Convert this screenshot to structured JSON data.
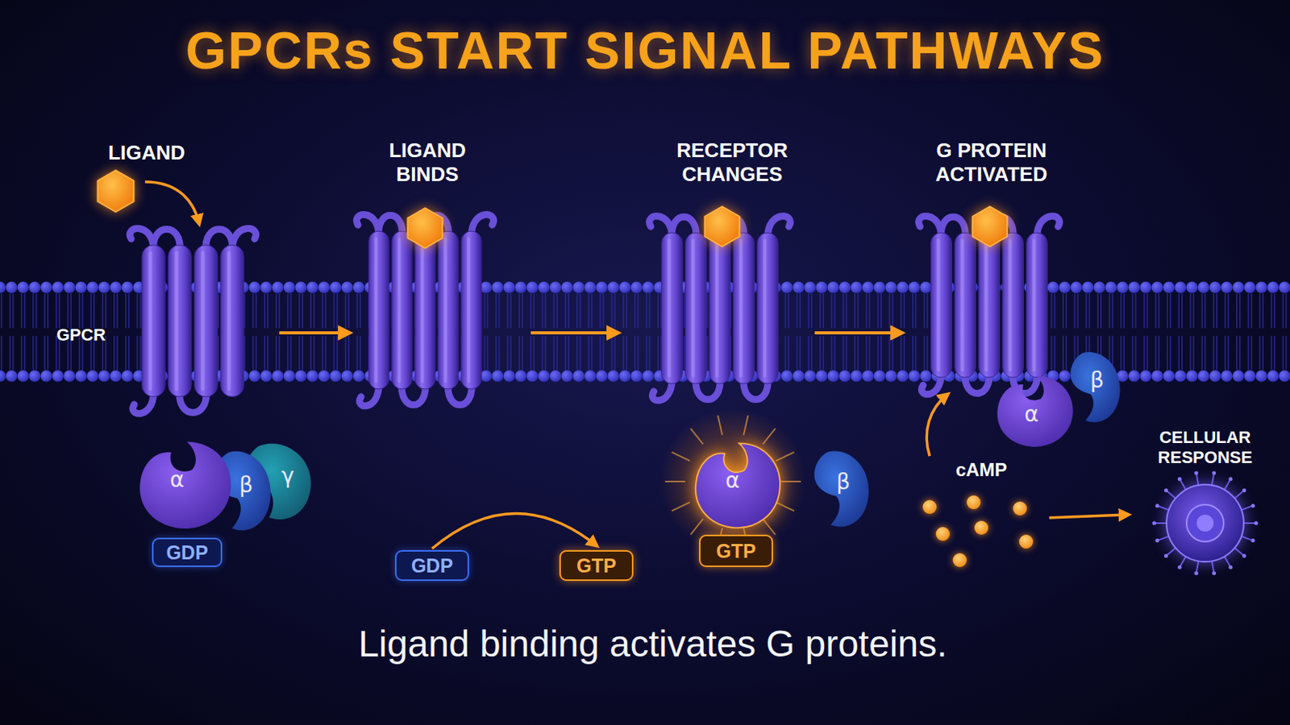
{
  "diagram": {
    "title": "GPCRs START SIGNAL PATHWAYS",
    "caption": "Ligand binding activates G proteins.",
    "nodes": [
      {
        "text": [
          "α"
        ]
      },
      {
        "text": [
          "β"
        ]
      },
      {
        "text": [
          "γ"
        ]
      },
      {
        "text": [
          "GDP"
        ]
      },
      {
        "text": [
          "GDP"
        ]
      },
      {
        "text": [
          "GTP"
        ]
      },
      {
        "text": [
          "α"
        ]
      },
      {
        "text": [
          "β"
        ]
      },
      {
        "text": [
          "GTP"
        ]
      },
      {
        "text": [
          "α"
        ]
      },
      {
        "text": [
          "β"
        ]
      },
      {
        "text": [
          "CELLULAR RESPONSE"
        ]
      }
    ],
    "edges": [
      {
        "from": 4,
        "to": 5,
        "arrow": "to"
      }
    ],
    "labels": [
      "LIGAND",
      "LIGAND BINDS",
      "RECEPTOR CHANGES",
      "G PROTEIN ACTIVATED",
      "GPCR",
      "cAMP"
    ]
  }
}
